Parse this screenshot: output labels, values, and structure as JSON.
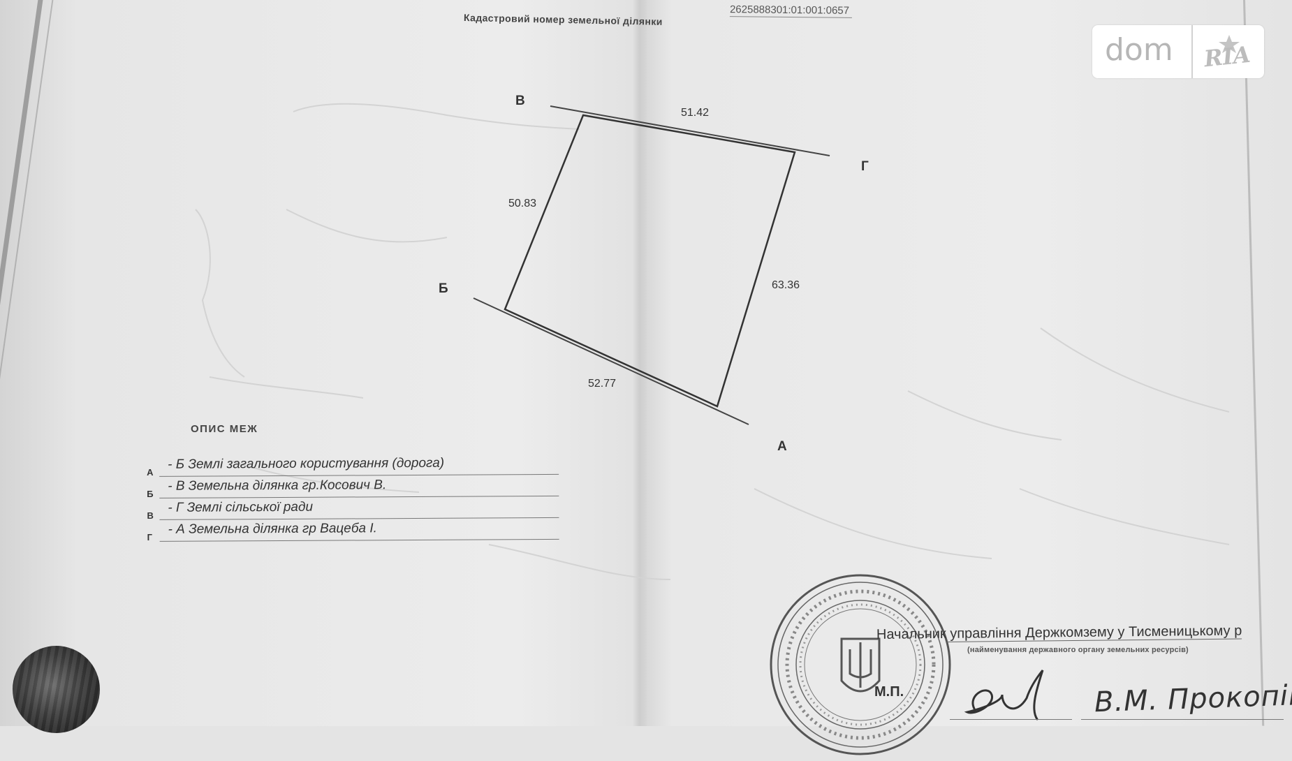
{
  "header": {
    "cadastral_label": "Кадастровий номер земельної ділянки",
    "cadastral_number": "2625888301:01:001:0657"
  },
  "watermark": {
    "brand": "dom",
    "brand_suffix": "RIA"
  },
  "plan": {
    "vertices": {
      "a": "А",
      "b": "Б",
      "v": "В",
      "g": "Г"
    },
    "distances": {
      "v_g": "51.42",
      "b_v": "50.83",
      "g_a": "63.36",
      "a_b": "52.77"
    }
  },
  "boundaries": {
    "title": "ОПИС МЕЖ",
    "rows": [
      {
        "key": "А",
        "text": "- Б  Землі загального користування (дорога)"
      },
      {
        "key": "Б",
        "text": "- В  Земельна ділянка гр.Косович В."
      },
      {
        "key": "В",
        "text": "- Г  Землі сільської ради"
      },
      {
        "key": "Г",
        "text": "- А  Земельна ділянка гр Вацеба І."
      }
    ]
  },
  "approval": {
    "position_prefix": "Начальник",
    "position_rest": " управління Держкомзему у Тисменицькому р",
    "caption": "(найменування державного органу земельних ресурсів)",
    "stamp_mark": "М.П.",
    "signer": "В.М. Прокопів"
  }
}
